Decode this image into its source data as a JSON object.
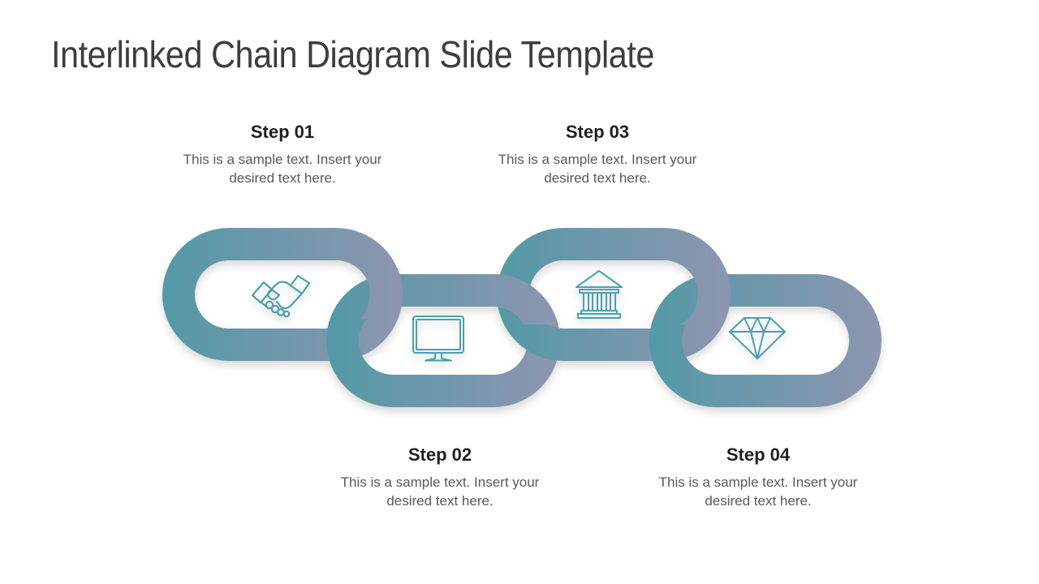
{
  "slide": {
    "title": "Interlinked Chain Diagram Slide Template",
    "steps": [
      {
        "label": "Step 01",
        "description": "This is a sample text. Insert your desired text here.",
        "icon": "handshake-icon",
        "position": "top"
      },
      {
        "label": "Step 02",
        "description": "This is a sample text. Insert your desired text here.",
        "icon": "monitor-icon",
        "position": "bottom"
      },
      {
        "label": "Step 03",
        "description": "This is a sample text. Insert your desired text here.",
        "icon": "bank-icon",
        "position": "top"
      },
      {
        "label": "Step 04",
        "description": "This is a sample text. Insert your desired text here.",
        "icon": "diamond-icon",
        "position": "bottom"
      }
    ],
    "chain": {
      "link_count": 4,
      "colors": {
        "teal": "#5699A6",
        "slate": "#8C96B0",
        "icon_stroke": "#49A1AE"
      }
    },
    "text_colors": {
      "title": "#3d3d3d",
      "step_heading": "#1f1f1f",
      "step_description": "#595959"
    }
  }
}
